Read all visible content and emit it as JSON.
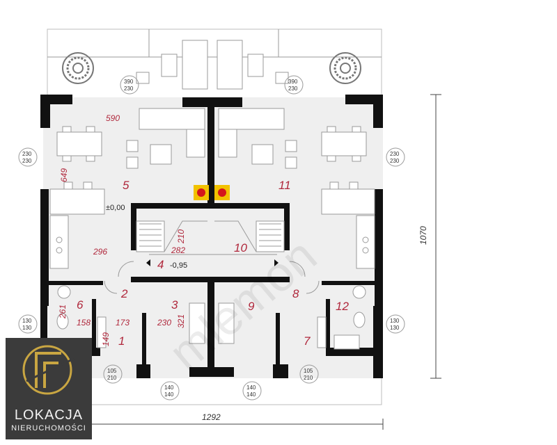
{
  "plan": {
    "rooms": [
      "5",
      "11",
      "4",
      "10",
      "2",
      "8",
      "3",
      "9",
      "6",
      "12",
      "1",
      "7"
    ],
    "dims": {
      "d590": "590",
      "d649": "649",
      "d296": "296",
      "d210": "210",
      "d282": "282",
      "d261": "261",
      "d158": "158",
      "d173": "173",
      "d230": "230",
      "d321": "321",
      "d149": "149"
    },
    "levels": {
      "ground": "±0,00",
      "stairs": "-0,95"
    },
    "totals": {
      "width": "1292",
      "height": "1070"
    },
    "window_tags": {
      "top_left": [
        "390",
        "230"
      ],
      "top_right": [
        "390",
        "230"
      ],
      "left": [
        "230",
        "230"
      ],
      "right": [
        "230",
        "230"
      ],
      "left_small": [
        "130",
        "130"
      ],
      "right_small": [
        "130",
        "130"
      ],
      "bottom_left": [
        "105",
        "210"
      ],
      "bottom_right": [
        "105",
        "210"
      ],
      "bottom_mid_left": [
        "140",
        "140"
      ],
      "bottom_mid_right": [
        "140",
        "140"
      ]
    },
    "icons": [
      "fireplace-icon",
      "fireplace-icon"
    ]
  },
  "logo": {
    "line1": "LOKACJA",
    "line2": "NIERUCHOMOŚCI",
    "accent": "#c9a642",
    "background": "#3b3b3b"
  },
  "colors": {
    "room_label": "#b0283c",
    "wall": "#111111",
    "floor": "#efefef"
  }
}
